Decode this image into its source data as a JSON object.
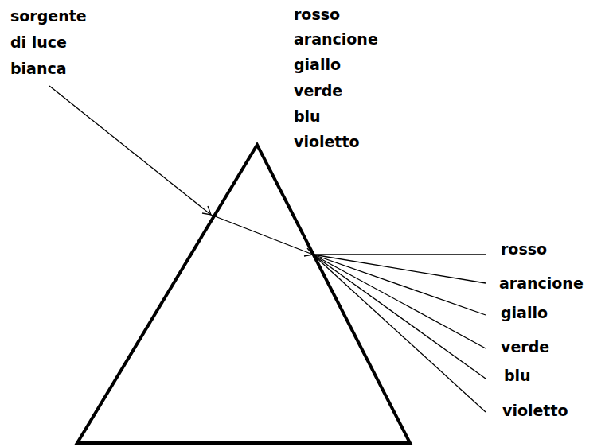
{
  "diagram": {
    "labels": [
      "sorgente di luce bianca",
      "rosso",
      "arancione",
      "giallo",
      "verde",
      "blu",
      "violetto",
      "rosso",
      "arancione",
      "giallo",
      "verde",
      "blu",
      "violetto"
    ]
  }
}
